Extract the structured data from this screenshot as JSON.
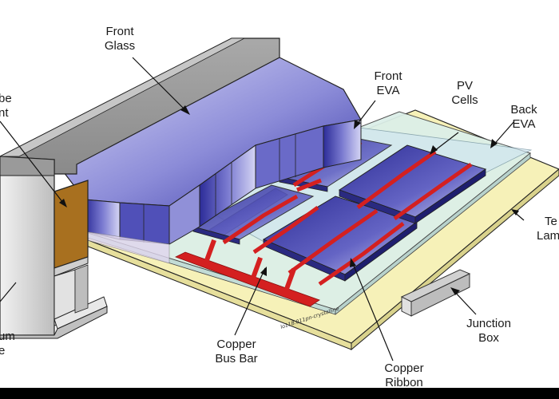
{
  "labels": {
    "front_glass": [
      "Front",
      "Glass"
    ],
    "front_eva": [
      "Front",
      "EVA"
    ],
    "pv_cells": [
      "PV",
      "Cells"
    ],
    "back_eva": [
      "Back",
      "EVA"
    ],
    "tedlar": [
      "Te",
      "Lam"
    ],
    "sealant": [
      "be",
      "nt"
    ],
    "aluminum_frame": [
      "um",
      "e"
    ],
    "copper_bus_bar": [
      "Copper",
      "Bus Bar"
    ],
    "junction_box": [
      "Junction",
      "Box"
    ],
    "copper_ribbon": [
      "Copper",
      "Ribbon"
    ]
  },
  "credit": "lo118.011pn-crystalline",
  "colors": {
    "background": "#ffffff",
    "frame_border": "#000000",
    "glass_blue": "#3a3aa8",
    "glass_light": "#c9c9ef",
    "eva_tint": "#d6ecef",
    "cell_blue": "#3b3ba4",
    "ribbon_red": "#d42020",
    "laminate_yellow": "#f6f1b8",
    "aluminum_gray": "#8e8e8e",
    "sealant_brown": "#a8701f"
  }
}
